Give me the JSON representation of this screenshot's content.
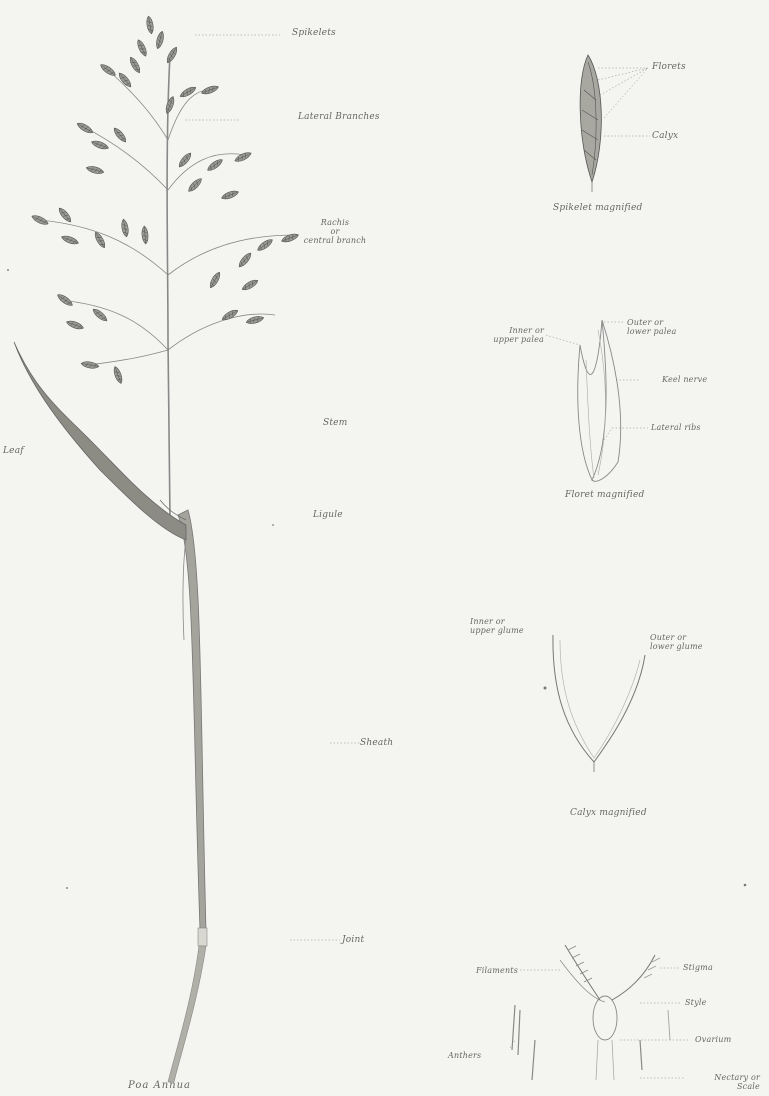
{
  "plant": {
    "caption": "Poa Annua",
    "labels": {
      "spikelets": "Spikelets",
      "lateral_branches": "Lateral Branches",
      "rachis_line1": "Rachis",
      "rachis_line2": "or",
      "rachis_line3": "central branch",
      "stem": "Stem",
      "leaf": "Leaf",
      "ligule": "Ligule",
      "sheath": "Sheath",
      "joint": "Joint"
    }
  },
  "spikelet": {
    "caption": "Spikelet magnified",
    "florets": "Florets",
    "calyx": "Calyx"
  },
  "floret": {
    "caption": "Floret magnified",
    "inner_line1": "Inner or",
    "inner_line2": "upper palea",
    "outer_line1": "Outer or",
    "outer_line2": "lower palea",
    "keel": "Keel nerve",
    "lateral": "Lateral ribs"
  },
  "calyx": {
    "caption": "Calyx magnified",
    "inner_line1": "Inner or",
    "inner_line2": "upper glume",
    "outer_line1": "Outer or",
    "outer_line2": "lower glume"
  },
  "flower": {
    "filaments": "Filaments",
    "anthers": "Anthers",
    "stigma": "Stigma",
    "style": "Style",
    "ovarium": "Ovarium",
    "nectary_line1": "Nectary or",
    "nectary_line2": "Scale"
  }
}
